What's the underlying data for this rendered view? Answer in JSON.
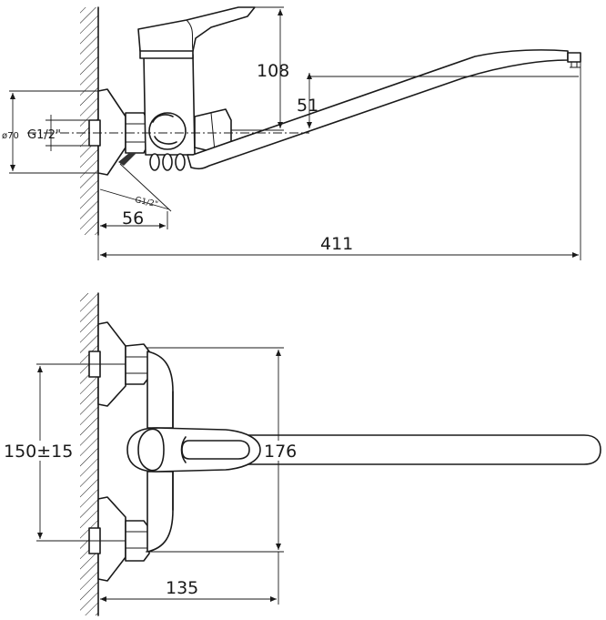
{
  "labels": {
    "top_height": "108",
    "top_inner_height": "51",
    "diameter": "ø70",
    "thread_left": "G1/2\"",
    "thread_bottom": "G1/2\"",
    "depth": "56",
    "total_length": "411",
    "center_distance": "150±15",
    "body_height": "176",
    "body_depth": "135"
  }
}
